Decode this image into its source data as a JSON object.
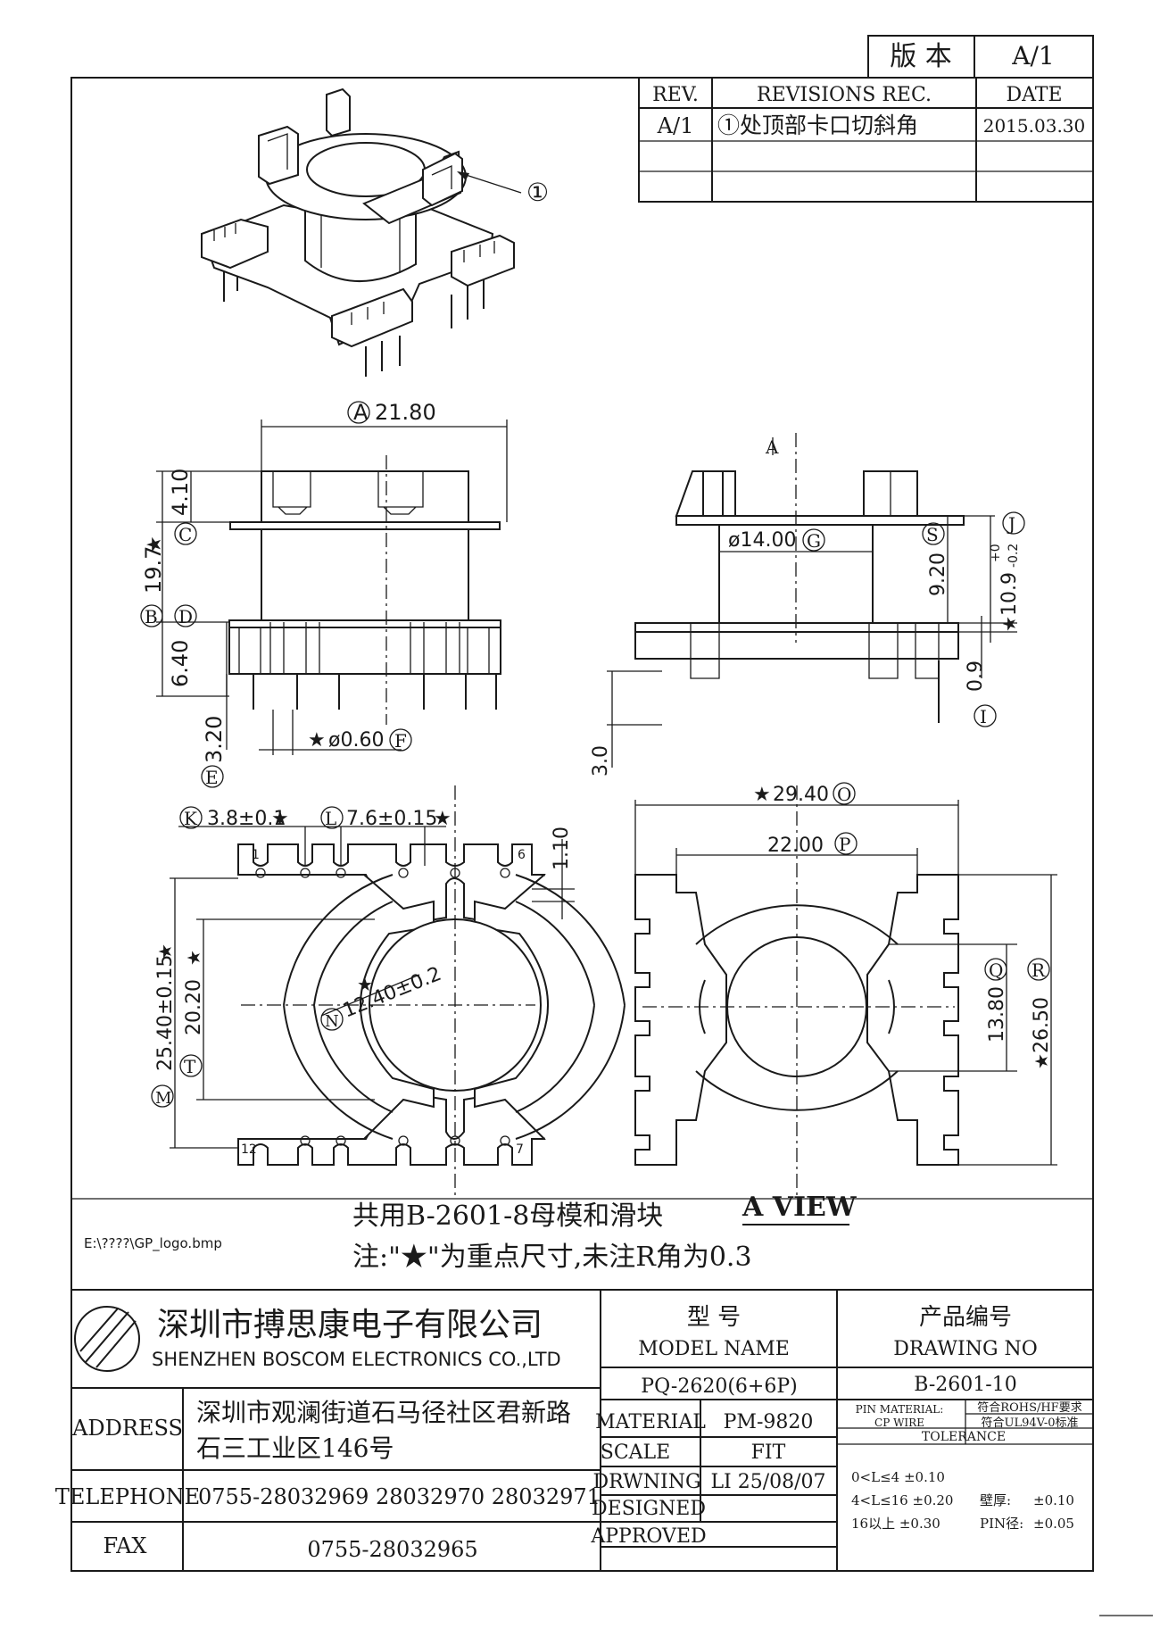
{
  "version_box": {
    "label": "版 本",
    "value": "A/1"
  },
  "revisions": {
    "headers": [
      "REV.",
      "REVISIONS REC.",
      "DATE"
    ],
    "rows": [
      {
        "rev": "A/1",
        "rec": "①处顶部卡口切斜角",
        "date": "2015.03.30"
      }
    ]
  },
  "iso_callout": "①",
  "dimensions": {
    "A": "21.80",
    "C": "4.10",
    "B": "19.7",
    "D": "6.40",
    "E": "3.20",
    "F": "ø0.60",
    "G": "ø14.00",
    "S": "9.20",
    "J": "10.9",
    "J_tol_plus": "+0",
    "J_tol_minus": "-0.2",
    "I": "0.9",
    "view_depth": "3.0",
    "K": "3.8±0.1",
    "L": "7.6±0.15",
    "pin_clear": "1.10",
    "M": "25.40±0.15",
    "T": "20.20",
    "N": "12.40±0.2",
    "O": "29.40",
    "P": "22.00",
    "Q": "13.80",
    "R": "26.50"
  },
  "markers": {
    "A": "A",
    "B": "B",
    "C": "C",
    "D": "D",
    "E": "E",
    "F": "F",
    "G": "G",
    "I": "I",
    "J": "J",
    "K": "K",
    "L": "L",
    "M": "M",
    "N": "N",
    "O": "O",
    "P": "P",
    "Q": "Q",
    "R": "R",
    "S": "S",
    "T": "T"
  },
  "star": "★",
  "view_arrow_label": "A",
  "pin_labels": {
    "p1": "1",
    "p6": "6",
    "p7": "7",
    "p12": "12"
  },
  "notes": {
    "shared": "共用B-2601-8母模和滑块",
    "remark": "注:\"★\"为重点尺寸,未注R角为0.3",
    "view_title": "A VIEW",
    "logo_path": "E:\\????\\GP_logo.bmp"
  },
  "company": {
    "name_cn": "深圳市搏思康电子有限公司",
    "name_en": "SHENZHEN BOSCOM ELECTRONICS CO.,LTD",
    "address_label": "ADDRESS",
    "address_line1": "深圳市观澜街道石马径社区君新路",
    "address_line2": "石三工业区146号",
    "telephone_label": "TELEPHONE",
    "telephone": "0755-28032969 28032970 28032971",
    "fax_label": "FAX",
    "fax": "0755-28032965"
  },
  "title_block": {
    "model_cn": "型    号",
    "model_en": "MODEL NAME",
    "model_value": "PQ-2620(6+6P)",
    "drawing_cn": "产品编号",
    "drawing_en": "DRAWING NO",
    "drawing_value": "B-2601-10",
    "material_label": "MATERIAL",
    "material_value": "PM-9820",
    "scale_label": "SCALE",
    "scale_value": "FIT",
    "drwning_label": "DRWNING",
    "drwning_value": "LI 25/08/07",
    "designed_label": "DESIGNED",
    "approved_label": "APPROVED",
    "pin_material": "PIN MATERIAL:",
    "cp_wire": "CP WIRE",
    "rohs": "符合ROHS/HF要求",
    "ul": "符合UL94V-0标准",
    "tolerance_label": "TOLERANCE",
    "tol1": "0<L≤4  ±0.10",
    "tol2": "4<L≤16  ±0.20",
    "tol3": "16以上     ±0.30",
    "wall_label": "壁厚:",
    "wall_value": "±0.10",
    "pin_label": "PIN径:",
    "pin_value": "±0.05"
  }
}
